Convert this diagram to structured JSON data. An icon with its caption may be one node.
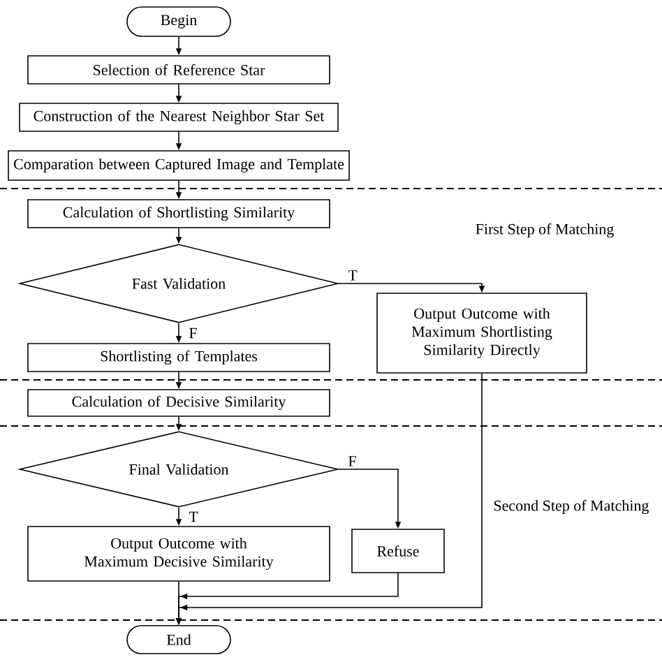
{
  "diagram": {
    "nodes": [
      {
        "text": [
          "Begin"
        ]
      },
      {
        "text": [
          "Selection of Reference Star"
        ]
      },
      {
        "text": [
          "Construction of the Nearest Neighbor Star Set"
        ]
      },
      {
        "text": [
          "Comparation between Captured Image and Template"
        ]
      },
      {
        "text": [
          "Calculation of Shortlisting Similarity"
        ]
      },
      {
        "text": [
          "Fast Validation"
        ]
      },
      {
        "text": [
          "Output Outcome with Maximum Shortlisting Similarity Directly"
        ]
      },
      {
        "text": [
          "Shortlisting of Templates"
        ]
      },
      {
        "text": [
          "Calculation of Decisive Similarity"
        ]
      },
      {
        "text": [
          "Final Validation"
        ]
      },
      {
        "text": [
          "Output Outcome with Maximum Decisive Similarity"
        ]
      },
      {
        "text": [
          "Refuse"
        ]
      },
      {
        "text": [
          "End"
        ]
      }
    ],
    "edges": [
      {
        "from": 0,
        "to": 1,
        "arrow": "to"
      },
      {
        "from": 1,
        "to": 2,
        "arrow": "to"
      },
      {
        "from": 2,
        "to": 3,
        "arrow": "to"
      },
      {
        "from": 3,
        "to": 4,
        "arrow": "to"
      },
      {
        "from": 4,
        "to": 5,
        "arrow": "to"
      },
      {
        "from": 5,
        "to": 6,
        "arrow": "to",
        "label": "T"
      },
      {
        "from": 5,
        "to": 7,
        "arrow": "to",
        "label": "F"
      },
      {
        "from": 7,
        "to": 8,
        "arrow": "to"
      },
      {
        "from": 8,
        "to": 9,
        "arrow": "to"
      },
      {
        "from": 9,
        "to": 11,
        "arrow": "to",
        "label": "F"
      },
      {
        "from": 9,
        "to": 10,
        "arrow": "to",
        "label": "T"
      },
      {
        "from": 10,
        "to": 12,
        "arrow": "to"
      },
      {
        "from": 11,
        "to": 12,
        "arrow": "to"
      },
      {
        "from": 6,
        "to": 12,
        "arrow": "to"
      }
    ],
    "labels": [
      "First Step of Matching",
      "Second Step of Matching"
    ]
  }
}
